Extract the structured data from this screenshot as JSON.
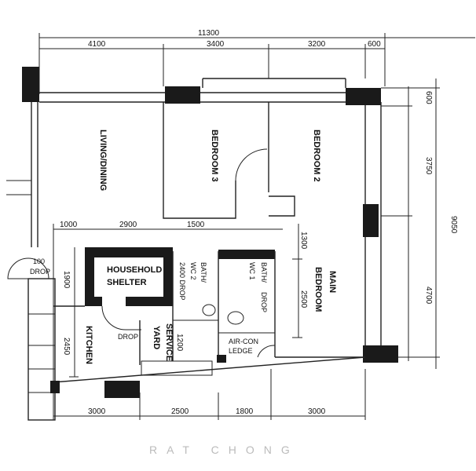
{
  "plan": {
    "dimensions_top": {
      "total": "11300",
      "segments": [
        "4100",
        "3400",
        "3200",
        "600"
      ]
    },
    "dimensions_right": {
      "segments": [
        "600",
        "3750",
        "4700"
      ],
      "total": "9050"
    },
    "dimensions_mid": [
      "1000",
      "2900",
      "1500"
    ],
    "dimensions_bottom": [
      "3000",
      "2500",
      "1800",
      "3000"
    ],
    "dimensions_vertical": {
      "shelter": "1900",
      "kitchen": "2450",
      "main_bed_upper": "1300",
      "main_bed_lower": "2500",
      "yard": "1200"
    },
    "rooms": {
      "living": "LIVING/DINING",
      "bedroom3": "BEDROOM 3",
      "bedroom2": "BEDROOM 2",
      "main_bedroom_1": "MAIN",
      "main_bedroom_2": "BEDROOM",
      "shelter_1": "HOUSEHOLD",
      "shelter_2": "SHELTER",
      "bath2_1": "BATH/",
      "bath2_2": "WC 2",
      "bath2_drop": "2400 DROP",
      "bath1_1": "BATH/",
      "bath1_2": "WC 1",
      "bath1_drop": "DROP",
      "kitchen": "KITCHEN",
      "yard_1": "SERVICE",
      "yard_2": "YARD",
      "aircon_1": "AIR-CON",
      "aircon_2": "LEDGE",
      "kitchen_drop": "DROP",
      "porch_1": "100",
      "porch_2": "DROP"
    },
    "watermark": "RAT CHONG"
  }
}
